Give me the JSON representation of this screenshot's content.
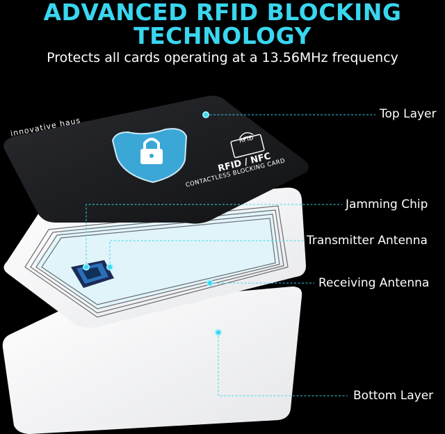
{
  "header": {
    "title_line1": "ADVANCED RFID BLOCKING",
    "title_line2": "TECHNOLOGY",
    "subtitle": "Protects all cards operating at a 13.56MHz frequency"
  },
  "card": {
    "brand": "innovative haus",
    "rfid_badge": "RFID",
    "rfid_nfc": "RFID / NFC",
    "blocking_text": "CONTACTLESS BLOCKING CARD"
  },
  "labels": {
    "top_layer": "Top Layer",
    "jamming_chip": "Jamming Chip",
    "transmitter_antenna": "Transmitter Antenna",
    "receiving_antenna": "Receiving Antenna",
    "bottom_layer": "Bottom Layer"
  },
  "colors": {
    "accent": "#39d6ef",
    "top_card": "#1c1d20",
    "shield": "#3aa7d6"
  }
}
